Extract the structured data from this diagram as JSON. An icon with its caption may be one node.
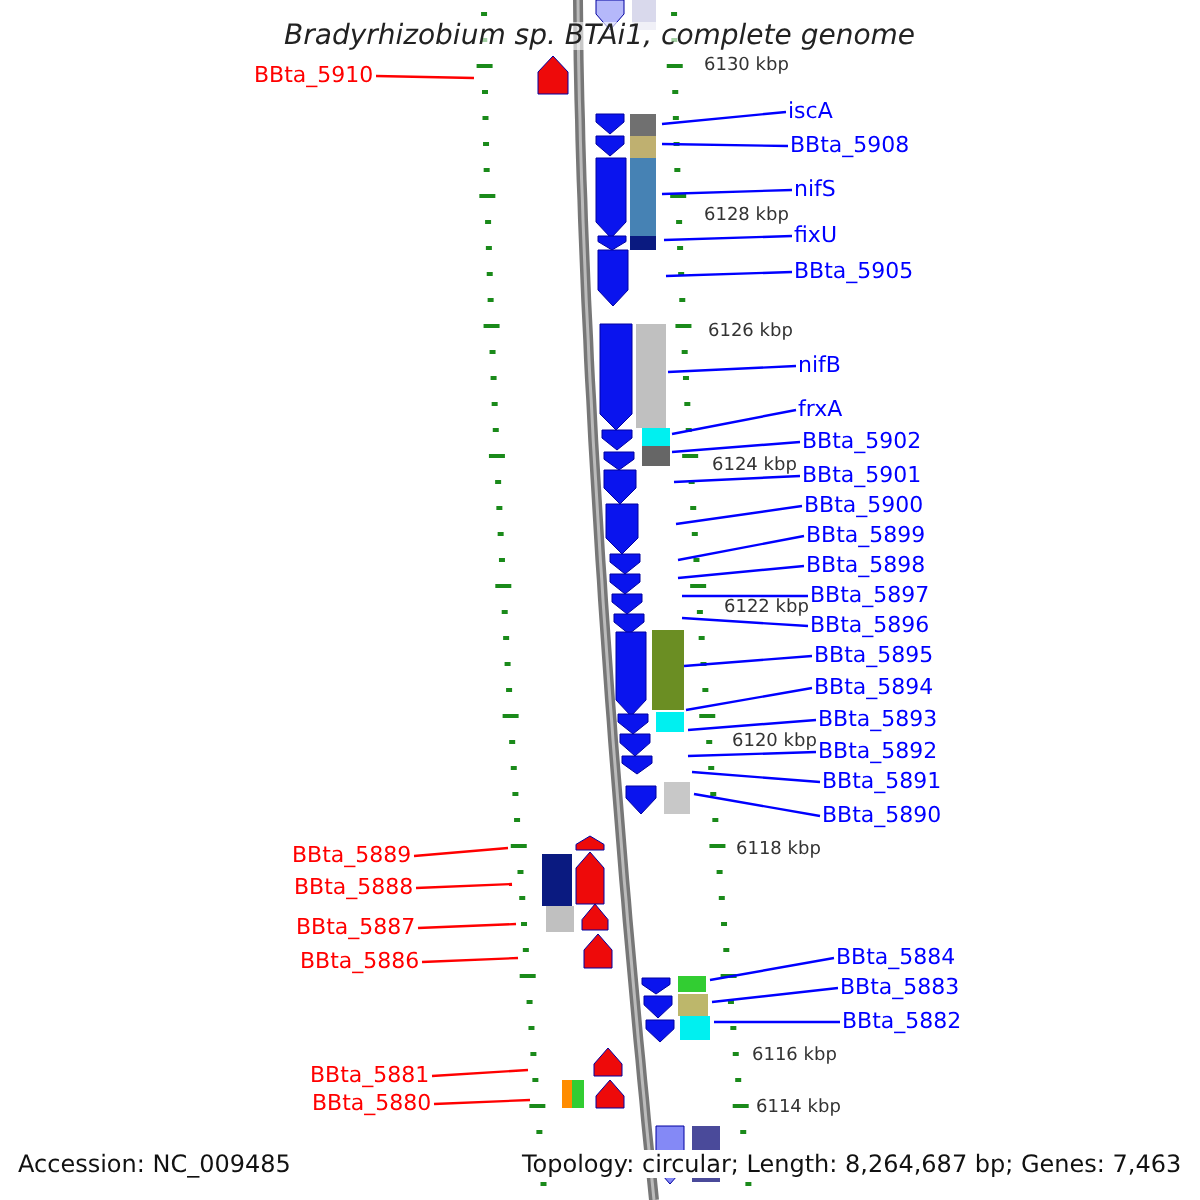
{
  "diagram": {
    "title": "Bradyrhizobium sp. BTAi1, complete genome",
    "nodes": [
      {
        "text": [
          "BBta_5910"
        ]
      },
      {
        "text": [
          "iscA"
        ]
      },
      {
        "text": [
          "BBta_5908"
        ]
      },
      {
        "text": [
          "nifS"
        ]
      },
      {
        "text": [
          "fixU"
        ]
      },
      {
        "text": [
          "BBta_5905"
        ]
      },
      {
        "text": [
          "nifB"
        ]
      },
      {
        "text": [
          "frxA"
        ]
      },
      {
        "text": [
          "BBta_5902"
        ]
      },
      {
        "text": [
          "BBta_5901"
        ]
      },
      {
        "text": [
          "BBta_5900"
        ]
      },
      {
        "text": [
          "BBta_5899"
        ]
      },
      {
        "text": [
          "BBta_5898"
        ]
      },
      {
        "text": [
          "BBta_5897"
        ]
      },
      {
        "text": [
          "BBta_5896"
        ]
      },
      {
        "text": [
          "BBta_5895"
        ]
      },
      {
        "text": [
          "BBta_5894"
        ]
      },
      {
        "text": [
          "BBta_5893"
        ]
      },
      {
        "text": [
          "BBta_5892"
        ]
      },
      {
        "text": [
          "BBta_5891"
        ]
      },
      {
        "text": [
          "BBta_5890"
        ]
      },
      {
        "text": [
          "BBta_5889"
        ]
      },
      {
        "text": [
          "BBta_5888"
        ]
      },
      {
        "text": [
          "BBta_5887"
        ]
      },
      {
        "text": [
          "BBta_5884"
        ]
      },
      {
        "text": [
          "BBta_5886"
        ]
      },
      {
        "text": [
          "BBta_5883"
        ]
      },
      {
        "text": [
          "BBta_5882"
        ]
      },
      {
        "text": [
          "BBta_5881"
        ]
      },
      {
        "text": [
          "BBta_5880"
        ]
      }
    ],
    "edges": [
      {
        "from": 0,
        "to": null,
        "arrow": "none",
        "color": "#ff0000"
      },
      {
        "from": 1,
        "to": null,
        "arrow": "none"
      },
      {
        "from": 2,
        "to": null,
        "arrow": "none"
      },
      {
        "from": 3,
        "to": null,
        "arrow": "none"
      },
      {
        "from": 4,
        "to": null,
        "arrow": "none"
      },
      {
        "from": 5,
        "to": null,
        "arrow": "none"
      },
      {
        "from": 6,
        "to": null,
        "arrow": "none"
      },
      {
        "from": 7,
        "to": null,
        "arrow": "none"
      },
      {
        "from": 8,
        "to": null,
        "arrow": "none"
      },
      {
        "from": 9,
        "to": null,
        "arrow": "none"
      },
      {
        "from": 10,
        "to": null,
        "arrow": "none"
      },
      {
        "from": 11,
        "to": null,
        "arrow": "none"
      },
      {
        "from": 12,
        "to": null,
        "arrow": "none"
      },
      {
        "from": 13,
        "to": null,
        "arrow": "none"
      },
      {
        "from": 14,
        "to": null,
        "arrow": "none"
      },
      {
        "from": 15,
        "to": null,
        "arrow": "none"
      },
      {
        "from": 16,
        "to": null,
        "arrow": "none"
      },
      {
        "from": 17,
        "to": null,
        "arrow": "none"
      },
      {
        "from": 18,
        "to": null,
        "arrow": "none"
      },
      {
        "from": 19,
        "to": null,
        "arrow": "none"
      },
      {
        "from": 20,
        "to": null,
        "arrow": "none"
      },
      {
        "from": 21,
        "to": null,
        "arrow": "none",
        "color": "#ff0000"
      },
      {
        "from": 22,
        "to": null,
        "arrow": "none",
        "color": "#ff0000"
      },
      {
        "from": 23,
        "to": null,
        "arrow": "none",
        "color": "#ff0000"
      },
      {
        "from": 24,
        "to": null,
        "arrow": "none"
      },
      {
        "from": 25,
        "to": null,
        "arrow": "none",
        "color": "#ff0000"
      },
      {
        "from": 26,
        "to": null,
        "arrow": "none"
      },
      {
        "from": 27,
        "to": null,
        "arrow": "none"
      },
      {
        "from": 28,
        "to": null,
        "arrow": "none",
        "color": "#ff0000"
      },
      {
        "from": 29,
        "to": null,
        "arrow": "none",
        "color": "#ff0000"
      }
    ],
    "labels": [
      "6130 kbp",
      "6128 kbp",
      "6126 kbp",
      "6124 kbp",
      "6122 kbp",
      "6120 kbp",
      "6118 kbp",
      "6116 kbp",
      "6114 kbp",
      "Accession: NC_009485",
      "Topology: circular; Length: 8,264,687 bp; Genes: 7,463"
    ]
  }
}
